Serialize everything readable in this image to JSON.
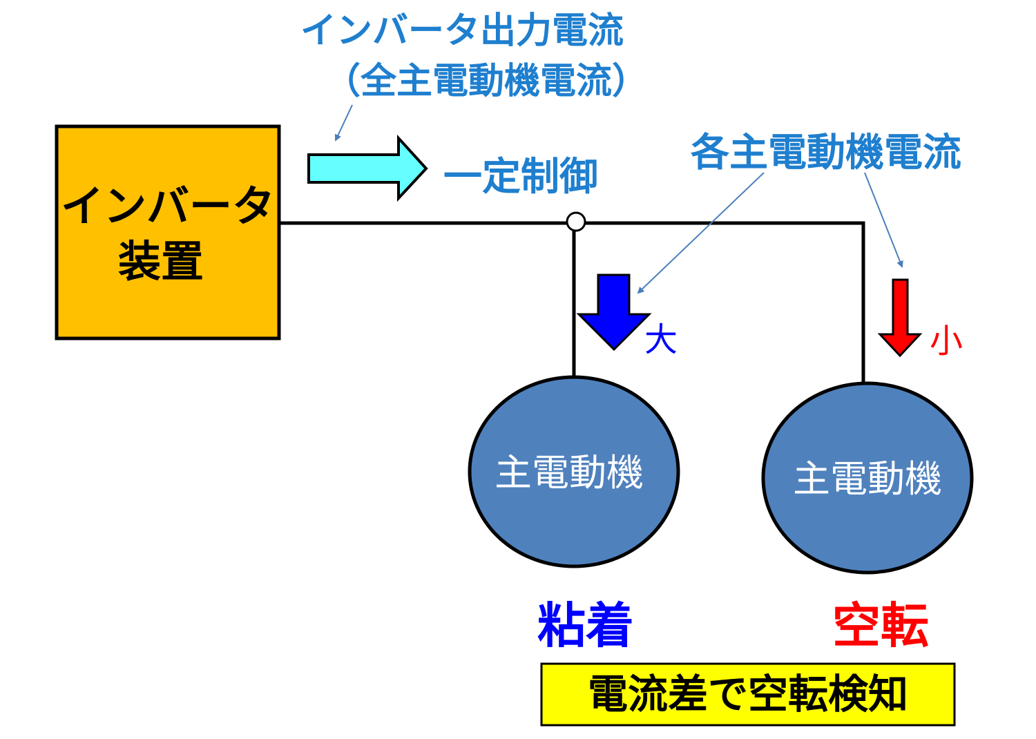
{
  "inverter": {
    "line1": "インバータ",
    "line2": "装置",
    "fill": "#FFC000"
  },
  "output_label": {
    "line1": "インバータ出力電流",
    "line2": "（全主電動機電流）",
    "color": "#1f7fcf"
  },
  "control_label": "一定制御",
  "each_motor_label": "各主電動機電流",
  "motor_left": {
    "label": "主電動機",
    "arrow_label": "大",
    "arrow_color": "#0000FF",
    "state": "粘着",
    "state_color": "#0000FF"
  },
  "motor_right": {
    "label": "主電動機",
    "arrow_label": "小",
    "arrow_color": "#FF0000",
    "state": "空転",
    "state_color": "#FF0000"
  },
  "detection_box": {
    "text": "電流差で空転検知",
    "fill": "#FFFF00"
  },
  "motor_fill": "#4F81BD",
  "flow_arrow_fill": "#66FFFF"
}
